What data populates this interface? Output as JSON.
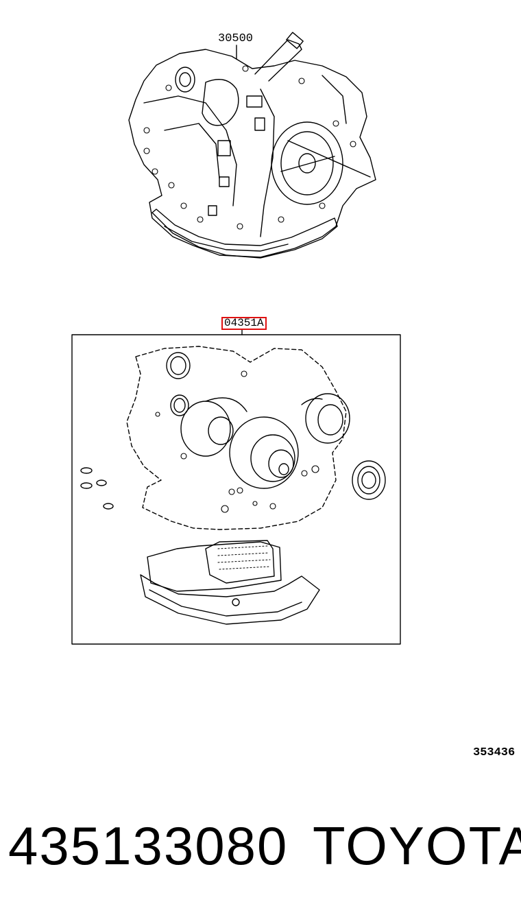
{
  "diagram": {
    "callouts": {
      "transaxle_assembly": "30500",
      "overhaul_kit": "04351A"
    },
    "illustration_number": "353436",
    "highlight_color": "#e01010"
  },
  "footer": {
    "part_number": "435133080",
    "brand": "TOYOTA"
  }
}
